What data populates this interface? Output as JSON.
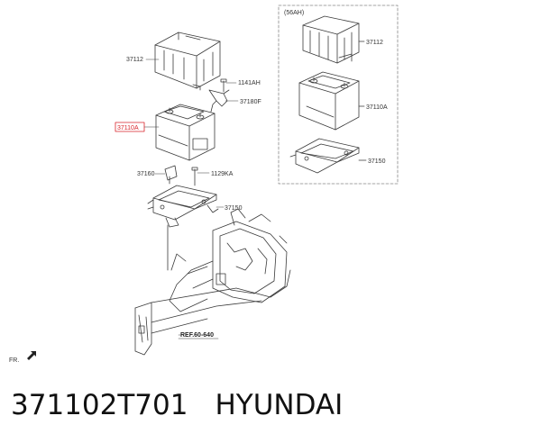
{
  "labels": {
    "tray_top": "37112",
    "battery_main": "37110A",
    "bolt_upper": "1141AH",
    "clamp": "37180F",
    "hold_bar": "37160",
    "bolt_lower": "1129KA",
    "bracket": "37150",
    "ref_note": "REF.60-640",
    "front": "FR."
  },
  "inset": {
    "variant": "(56AH)",
    "tray": "37112",
    "battery": "37110A",
    "bracket": "37150"
  },
  "caption": {
    "part_number": "371102T701",
    "brand": "HYUNDAI"
  },
  "colors": {
    "line": "#3a3a3a",
    "highlight": "#d9252b",
    "dash": "#888888"
  }
}
